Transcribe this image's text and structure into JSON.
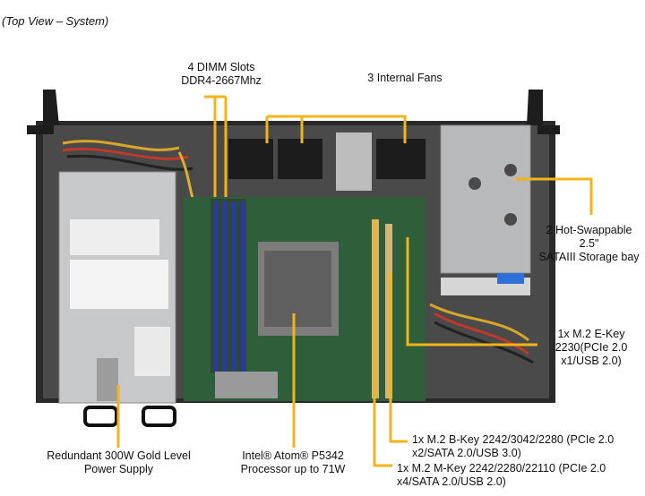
{
  "caption": "(Top View – System)",
  "callouts": {
    "dimm_line1": "4 DIMM Slots",
    "dimm_line2": "DDR4-2667Mhz",
    "fans": "3 Internal Fans",
    "storage_line1": "2 Hot-Swappable",
    "storage_line2": "2.5\"",
    "storage_line3": "SATAIII Storage bay",
    "ekey_line1": "1x M.2 E-Key",
    "ekey_line2": "2230(PCIe 2.0",
    "ekey_line3": "x1/USB 2.0)",
    "bkey_line1": "1x M.2 B-Key 2242/3042/2280 (PCIe 2.0",
    "bkey_line2": "x2/SATA 2.0/USB 3.0)",
    "mkey_line1": "1x M.2 M-Key 2242/2280/22110 (PCIe 2.0",
    "mkey_line2": "x4/SATA 2.0/USB 2.0)",
    "psu_line1": "Redundant 300W Gold Level",
    "psu_line2": "Power Supply",
    "cpu_line1": "Intel® Atom® P5342",
    "cpu_line2": "Processor up to 71W"
  },
  "colors": {
    "leader": "#f2b419",
    "chassis": "#3a3a3a",
    "board": "#2f5e3a",
    "psu": "#c9cacb",
    "dimm": "#2b3d8f"
  }
}
